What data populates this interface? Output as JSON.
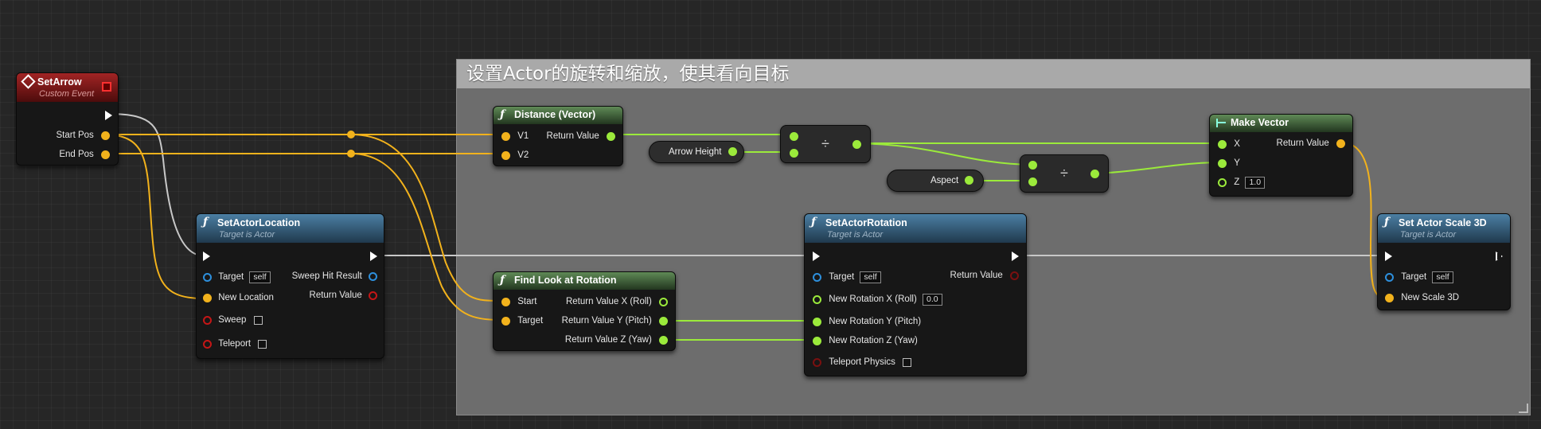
{
  "comment": {
    "title": "设置Actor的旋转和缩放，使其看向目标"
  },
  "set_arrow": {
    "title": "SetArrow",
    "subtitle": "Custom Event",
    "pins": [
      "Start Pos",
      "End Pos"
    ]
  },
  "set_actor_location": {
    "title": "SetActorLocation",
    "subtitle": "Target is Actor",
    "target_label": "Target",
    "target_value": "self",
    "new_location": "New Location",
    "sweep": "Sweep",
    "teleport": "Teleport",
    "sweep_hit_result": "Sweep Hit Result",
    "return_value": "Return Value"
  },
  "distance": {
    "title": "Distance (Vector)",
    "v1": "V1",
    "v2": "V2",
    "return_value": "Return Value"
  },
  "arrow_height": {
    "label": "Arrow Height"
  },
  "aspect": {
    "label": "Aspect"
  },
  "divide": {
    "symbol": "÷"
  },
  "make_vector": {
    "title": "Make Vector",
    "x": "X",
    "y": "Y",
    "z": "Z",
    "z_value": "1.0",
    "return_value": "Return Value"
  },
  "find_look_at": {
    "title": "Find Look at Rotation",
    "start": "Start",
    "target": "Target",
    "roll": "Return Value X (Roll)",
    "pitch": "Return Value Y (Pitch)",
    "yaw": "Return Value Z (Yaw)"
  },
  "set_actor_rotation": {
    "title": "SetActorRotation",
    "subtitle": "Target is Actor",
    "target_label": "Target",
    "target_value": "self",
    "roll": "New Rotation X (Roll)",
    "roll_value": "0.0",
    "pitch": "New Rotation Y (Pitch)",
    "yaw": "New Rotation Z (Yaw)",
    "teleport_physics": "Teleport Physics",
    "return_value": "Return Value"
  },
  "set_actor_scale": {
    "title": "Set Actor Scale 3D",
    "subtitle": "Target is Actor",
    "target_label": "Target",
    "target_value": "self",
    "new_scale": "New Scale 3D"
  },
  "colors": {
    "exec": "#ffffff",
    "vector": "#f2b21c",
    "float": "#9bea3b",
    "object": "#2d8fdc",
    "bool": "#c41616",
    "function_header": "#3f6f91",
    "pure_header": "#56804c",
    "event_header": "#a22424"
  }
}
